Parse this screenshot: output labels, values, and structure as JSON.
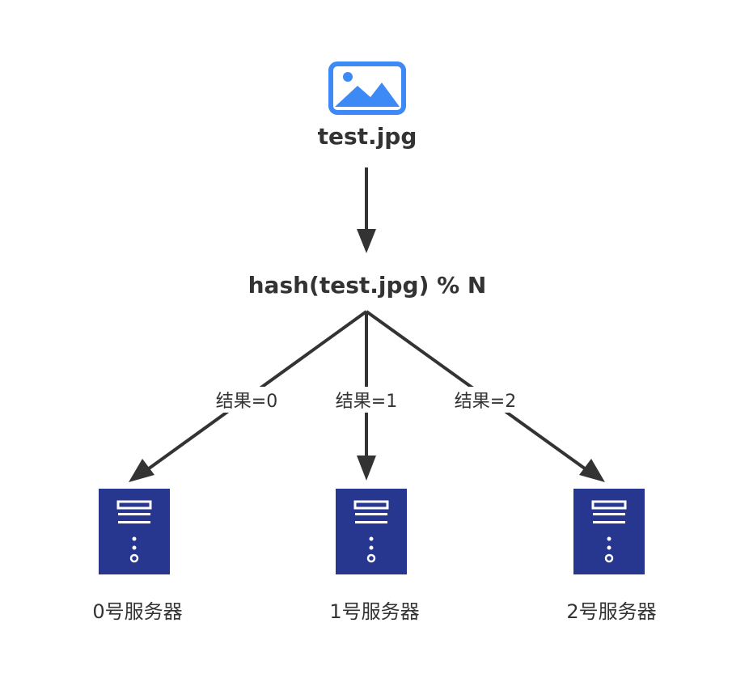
{
  "source": {
    "icon": "image-icon",
    "label": "test.jpg"
  },
  "hash_node": {
    "label": "hash(test.jpg) % N"
  },
  "edges": [
    {
      "label": "结果=0"
    },
    {
      "label": "结果=1"
    },
    {
      "label": "结果=2"
    }
  ],
  "servers": [
    {
      "icon": "server-icon",
      "label": "0号服务器"
    },
    {
      "icon": "server-icon",
      "label": "1号服务器"
    },
    {
      "icon": "server-icon",
      "label": "2号服务器"
    }
  ],
  "colors": {
    "image_icon": "#3d8af7",
    "server_icon": "#27368f",
    "arrow": "#333333",
    "text": "#333333"
  }
}
